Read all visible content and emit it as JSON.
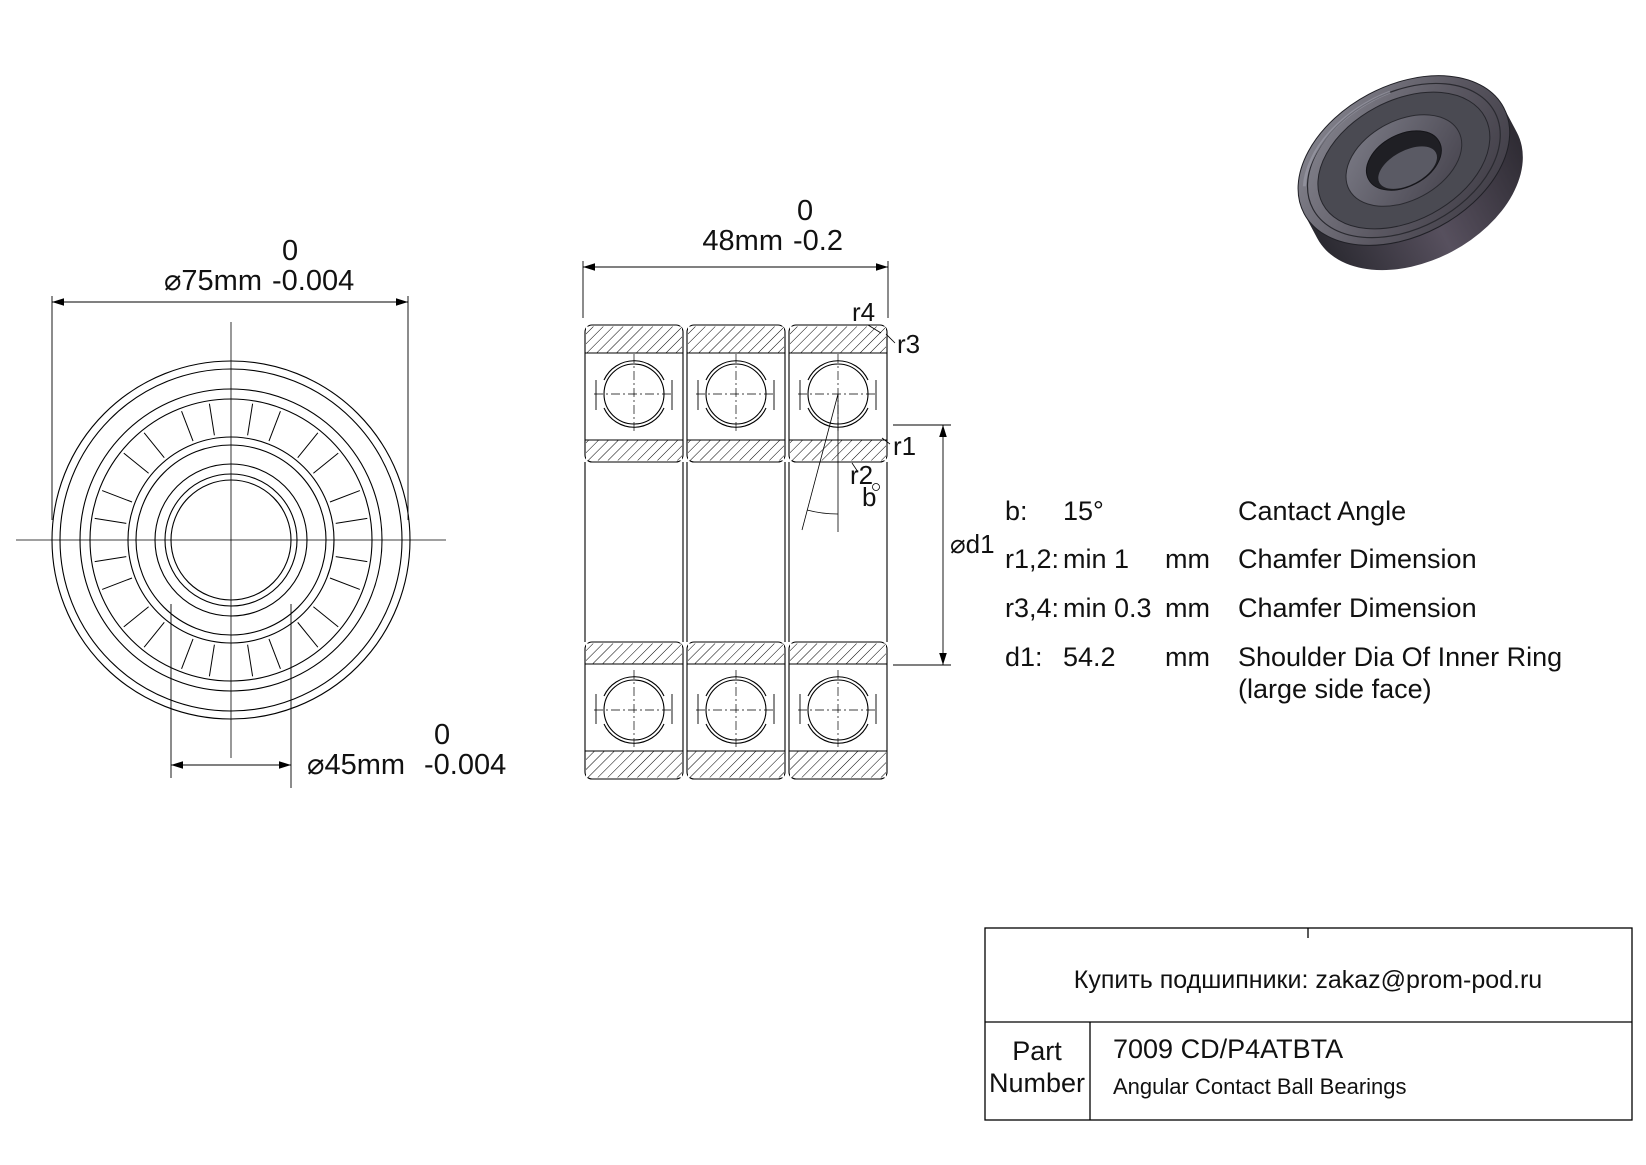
{
  "drawing": {
    "front_view": {
      "outer_diameter": {
        "label": "⌀75mm",
        "tol_upper": "0",
        "tol_lower": "-0.004"
      },
      "bore_diameter": {
        "label": "⌀45mm",
        "tol_upper": "0",
        "tol_lower": "-0.004"
      }
    },
    "section_view": {
      "width": {
        "label": "48mm",
        "tol_upper": "0",
        "tol_lower": "-0.2"
      },
      "labels": {
        "r1": "r1",
        "r2": "r2",
        "r3": "r3",
        "r4": "r4",
        "b": "b",
        "d1": "⌀d1"
      }
    }
  },
  "specs": {
    "rows": [
      {
        "key": "b:",
        "value": "15°",
        "unit": "",
        "desc": "Cantact Angle",
        "desc2": ""
      },
      {
        "key": "r1,2:",
        "value": "min 1",
        "unit": "mm",
        "desc": "Chamfer Dimension",
        "desc2": ""
      },
      {
        "key": "r3,4:",
        "value": "min 0.3",
        "unit": "mm",
        "desc": "Chamfer Dimension",
        "desc2": ""
      },
      {
        "key": "d1:",
        "value": "54.2",
        "unit": "mm",
        "desc": "Shoulder Dia Of Inner Ring",
        "desc2": "(large side face)"
      }
    ]
  },
  "title_block": {
    "contact_line": "Купить подшипники: zakaz@prom-pod.ru",
    "part_label_1": "Part",
    "part_label_2": "Number",
    "part_number": "7009 CD/P4ATBTA",
    "bearing_type": "Angular Contact Ball Bearings"
  }
}
